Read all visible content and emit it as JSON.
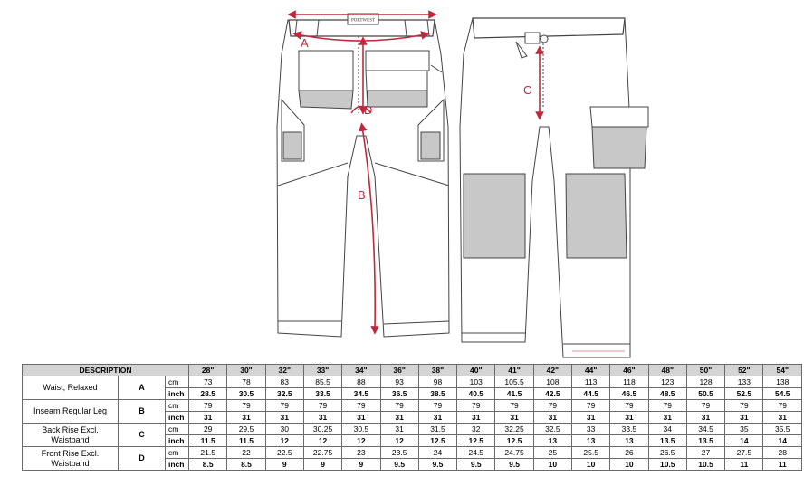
{
  "figure": {
    "brand_label": "PORTWEST",
    "measure_labels": [
      "A",
      "B",
      "C",
      "D"
    ],
    "accent_color": "#c0283c",
    "panel_gray": "#c8c8c8"
  },
  "table": {
    "header": {
      "description": "DESCRIPTION",
      "sizes": [
        "28\"",
        "30\"",
        "32\"",
        "33\"",
        "34\"",
        "36\"",
        "38\"",
        "40\"",
        "41\"",
        "42\"",
        "44\"",
        "46\"",
        "48\"",
        "50\"",
        "52\"",
        "54\""
      ]
    },
    "rows": [
      {
        "label": "Waist, Relaxed",
        "letter": "A",
        "cm_unit": "cm",
        "cm": [
          "73",
          "78",
          "83",
          "85.5",
          "88",
          "93",
          "98",
          "103",
          "105.5",
          "108",
          "113",
          "118",
          "123",
          "128",
          "133",
          "138"
        ],
        "inch_unit": "inch",
        "inch": [
          "28.5",
          "30.5",
          "32.5",
          "33.5",
          "34.5",
          "36.5",
          "38.5",
          "40.5",
          "41.5",
          "42.5",
          "44.5",
          "46.5",
          "48.5",
          "50.5",
          "52.5",
          "54.5"
        ]
      },
      {
        "label": "Inseam Regular Leg",
        "letter": "B",
        "cm_unit": "cm",
        "cm": [
          "79",
          "79",
          "79",
          "79",
          "79",
          "79",
          "79",
          "79",
          "79",
          "79",
          "79",
          "79",
          "79",
          "79",
          "79",
          "79"
        ],
        "inch_unit": "inch",
        "inch": [
          "31",
          "31",
          "31",
          "31",
          "31",
          "31",
          "31",
          "31",
          "31",
          "31",
          "31",
          "31",
          "31",
          "31",
          "31",
          "31"
        ]
      },
      {
        "label": "Back Rise Excl. Waistband",
        "letter": "C",
        "cm_unit": "cm",
        "cm": [
          "29",
          "29.5",
          "30",
          "30.25",
          "30.5",
          "31",
          "31.5",
          "32",
          "32.25",
          "32.5",
          "33",
          "33.5",
          "34",
          "34.5",
          "35",
          "35.5"
        ],
        "inch_unit": "inch",
        "inch": [
          "11.5",
          "11.5",
          "12",
          "12",
          "12",
          "12",
          "12.5",
          "12.5",
          "12.5",
          "13",
          "13",
          "13",
          "13.5",
          "13.5",
          "14",
          "14"
        ]
      },
      {
        "label": "Front Rise Excl. Waistband",
        "letter": "D",
        "cm_unit": "cm",
        "cm": [
          "21.5",
          "22",
          "22.5",
          "22.75",
          "23",
          "23.5",
          "24",
          "24.5",
          "24.75",
          "25",
          "25.5",
          "26",
          "26.5",
          "27",
          "27.5",
          "28"
        ],
        "inch_unit": "inch",
        "inch": [
          "8.5",
          "8.5",
          "9",
          "9",
          "9",
          "9.5",
          "9.5",
          "9.5",
          "9.5",
          "10",
          "10",
          "10",
          "10.5",
          "10.5",
          "11",
          "11"
        ]
      }
    ]
  }
}
